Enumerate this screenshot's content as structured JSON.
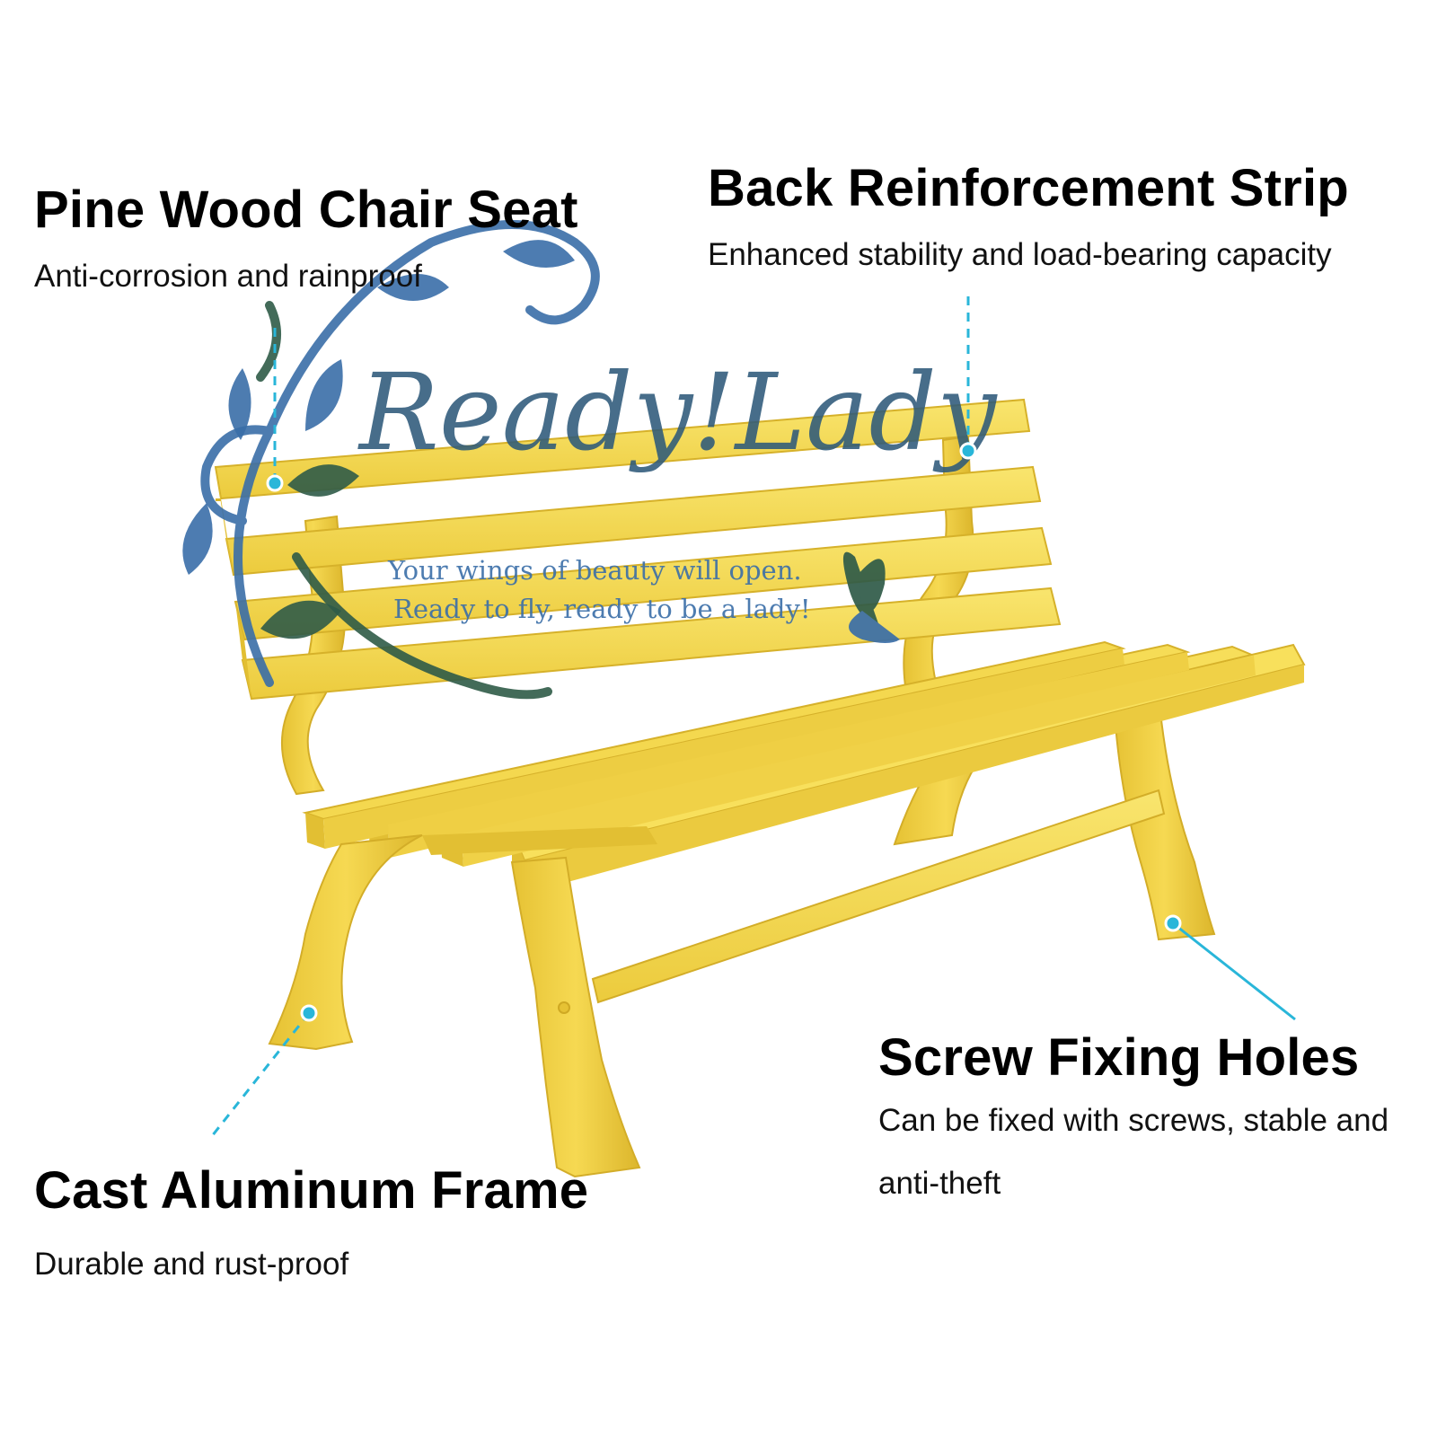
{
  "features": {
    "seat": {
      "title": "Pine Wood Chair Seat",
      "desc": "Anti-corrosion and rainproof"
    },
    "back": {
      "title": "Back Reinforcement Strip",
      "desc": "Enhanced stability and load-bearing capacity"
    },
    "holes": {
      "title": "Screw Fixing Holes",
      "desc": "Can be fixed with screws, stable and anti-theft"
    },
    "frame": {
      "title": "Cast Aluminum Frame",
      "desc": "Durable and rust-proof"
    }
  },
  "watermark": {
    "brand": "Ready!Lady",
    "tagline_1": "Your wings of beauty will open.",
    "tagline_2": "Ready to fly, ready to be a lady!"
  },
  "colors": {
    "bench": "#f3d34a",
    "bench_shadow": "#d9b52a",
    "callout": "#29b6d9",
    "watermark_blue": "#3a6ea8",
    "watermark_green": "#2f5b48"
  },
  "icons": {
    "watermark_ornament": "floral-swirl-icon",
    "watermark_butterfly": "butterfly-icon"
  }
}
